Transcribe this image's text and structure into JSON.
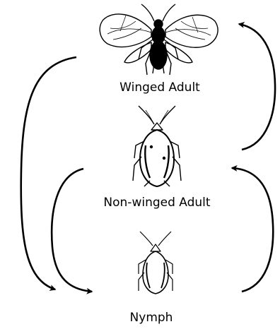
{
  "labels": {
    "winged_adult": "Winged Adult",
    "non_winged_adult": "Non-winged Adult",
    "nymph": "Nymph"
  },
  "colors": {
    "ink": "#000000",
    "background": "#ffffff"
  },
  "icons": [
    "winged-aphid-icon",
    "non-winged-aphid-icon",
    "nymph-aphid-icon"
  ]
}
